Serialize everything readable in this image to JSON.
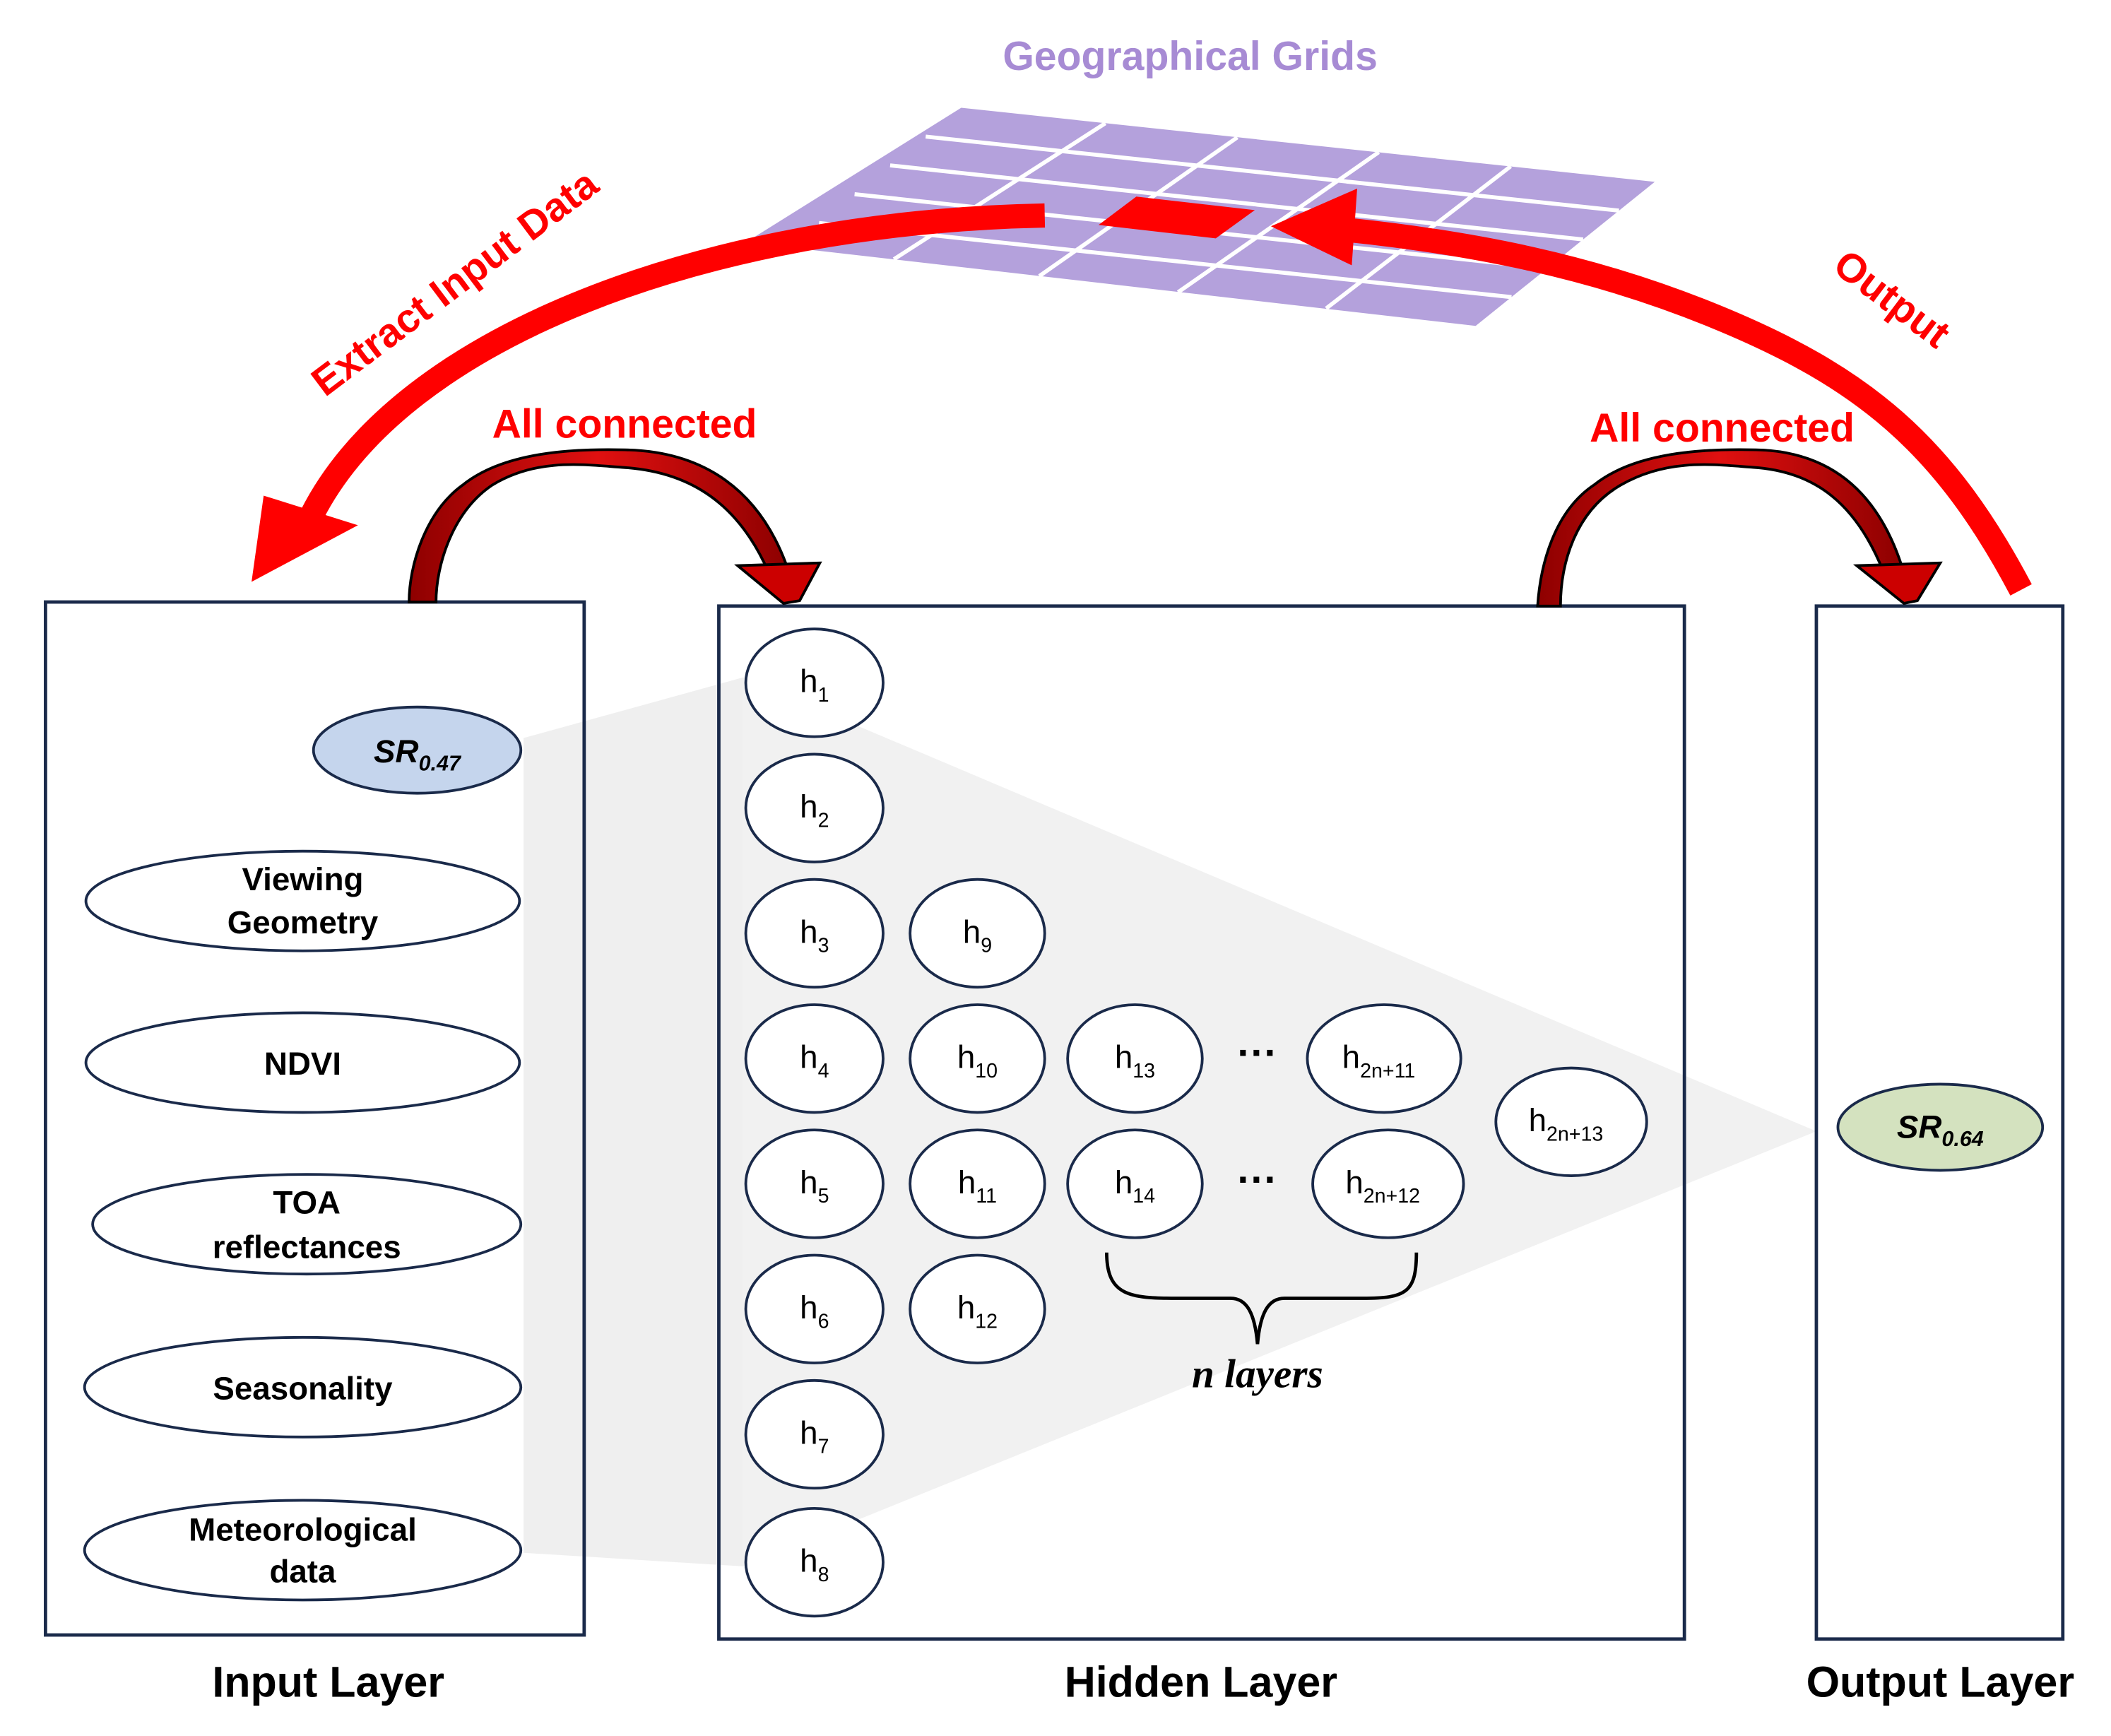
{
  "title": "Geographical Grids",
  "arrows": {
    "extract": "Extract Input Data",
    "output": "Output",
    "all_connected_left": "All connected",
    "all_connected_right": "All connected"
  },
  "input_layer": {
    "label": "Input Layer",
    "inputs": [
      {
        "main": "SR",
        "sub": "0.47"
      },
      {
        "line1": "Viewing",
        "line2": "Geometry"
      },
      {
        "line1": "NDVI"
      },
      {
        "line1": "TOA",
        "line2": "reflectances"
      },
      {
        "line1": "Seasonality"
      },
      {
        "line1": "Meteorological",
        "line2": "data"
      }
    ]
  },
  "hidden_layer": {
    "label": "Hidden Layer",
    "nodes": [
      {
        "base": "h",
        "sub": "1"
      },
      {
        "base": "h",
        "sub": "2"
      },
      {
        "base": "h",
        "sub": "3"
      },
      {
        "base": "h",
        "sub": "4"
      },
      {
        "base": "h",
        "sub": "5"
      },
      {
        "base": "h",
        "sub": "6"
      },
      {
        "base": "h",
        "sub": "7"
      },
      {
        "base": "h",
        "sub": "8"
      },
      {
        "base": "h",
        "sub": "9"
      },
      {
        "base": "h",
        "sub": "10"
      },
      {
        "base": "h",
        "sub": "11"
      },
      {
        "base": "h",
        "sub": "12"
      },
      {
        "base": "h",
        "sub": "13"
      },
      {
        "base": "h",
        "sub": "14"
      },
      {
        "base": "h",
        "sub": "2n+11"
      },
      {
        "base": "h",
        "sub": "2n+12"
      },
      {
        "base": "h",
        "sub": "2n+13"
      }
    ],
    "ellipsis": "···",
    "brace_label": "n layers"
  },
  "output_layer": {
    "label": "Output Layer",
    "output": {
      "main": "SR",
      "sub": "0.64"
    }
  },
  "colors": {
    "arrow_red": "#ff0000",
    "grid_purple": "#b4a1dc",
    "title_purple": "#a78bd4",
    "box_border": "#1a2a4a",
    "sr_input_fill": "#c5d5ed",
    "sr_output_fill": "#d4e2bf"
  }
}
